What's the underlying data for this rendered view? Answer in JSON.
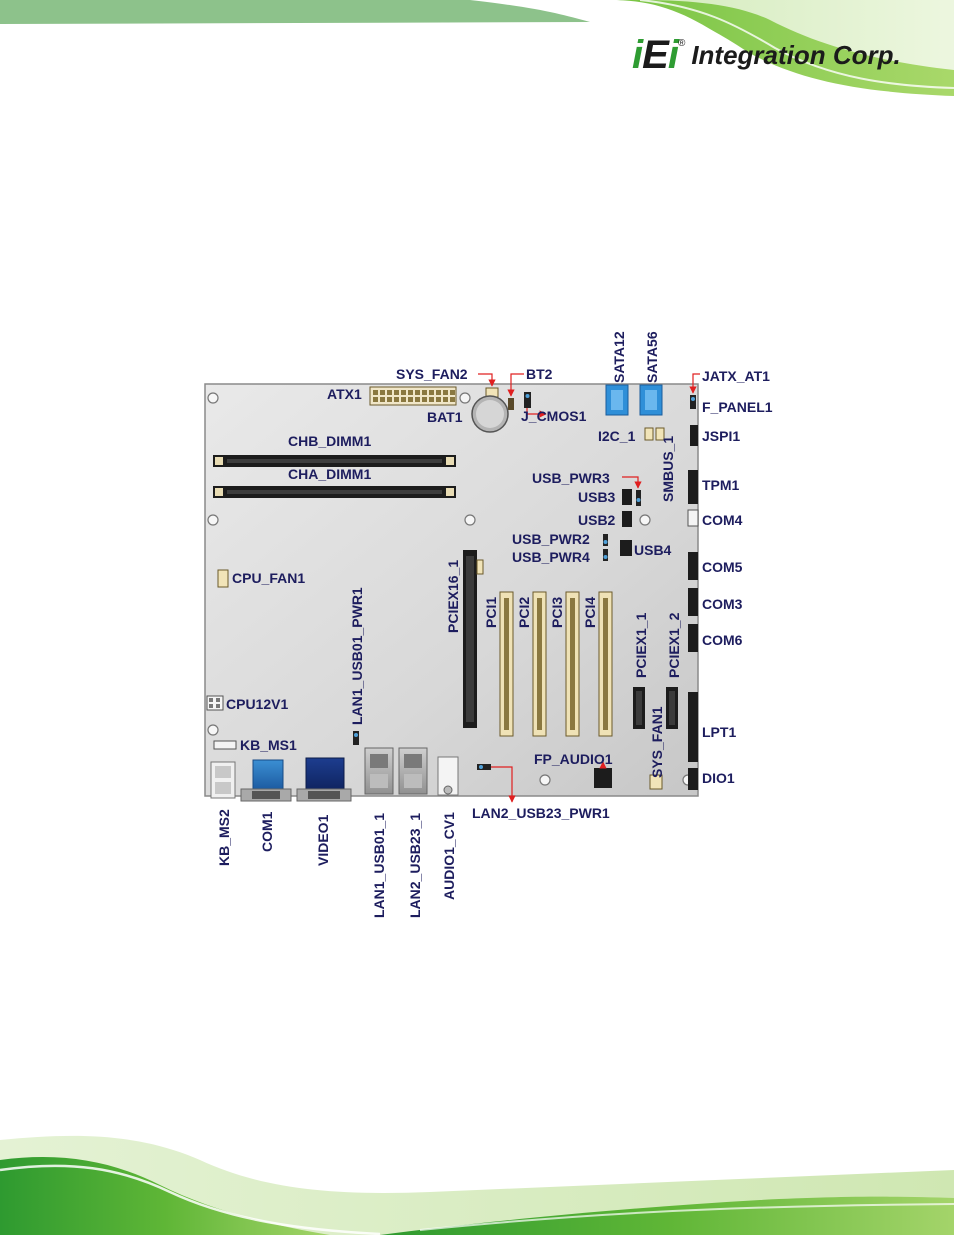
{
  "brand": {
    "logo_mark": "iEi",
    "logo_text": "Integration Corp.",
    "colors": {
      "green": "#2e9c32",
      "light_green": "#8dc63f",
      "label_navy": "#1d1d5e"
    }
  },
  "labels": {
    "sys_fan2": "SYS_FAN2",
    "bt2": "BT2",
    "sata12": "SATA12",
    "sata56": "SATA56",
    "jatx_at1": "JATX_AT1",
    "atx1": "ATX1",
    "bat1": "BAT1",
    "j_cmos1": "J_CMOS1",
    "f_panel1": "F_PANEL1",
    "i2c_1": "I2C_1",
    "jspi1": "JSPI1",
    "chb_dimm1": "CHB_DIMM1",
    "cha_dimm1": "CHA_DIMM1",
    "smbus_1": "SMBUS_1",
    "usb_pwr3": "USB_PWR3",
    "tpm1": "TPM1",
    "usb3": "USB3",
    "usb2": "USB2",
    "com4": "COM4",
    "usb_pwr2": "USB_PWR2",
    "usb_pwr4": "USB_PWR4",
    "usb4": "USB4",
    "com5": "COM5",
    "cpu_fan1": "CPU_FAN1",
    "pciex16_1": "PCIEX16_1",
    "lan1_usb01_pwr1": "LAN1_USB01_PWR1",
    "pci1": "PCI1",
    "pci2": "PCI2",
    "pci3": "PCI3",
    "pci4": "PCI4",
    "pciex1_1": "PCIEX1_1",
    "pciex1_2": "PCIEX1_2",
    "com3": "COM3",
    "com6": "COM6",
    "cpu12v1": "CPU12V1",
    "sys_fan1": "SYS_FAN1",
    "lpt1": "LPT1",
    "kb_ms1": "KB_MS1",
    "fp_audio1": "FP_AUDIO1",
    "dio1": "DIO1",
    "lan2_usb23_pwr1": "LAN2_USB23_PWR1",
    "kb_ms2": "KB_MS2",
    "com1": "COM1",
    "video1": "VIDEO1",
    "lan1_usb01_1": "LAN1_USB01_1",
    "lan2_usb23_1": "LAN2_USB23_1",
    "audio1_cv1": "AUDIO1_CV1"
  }
}
